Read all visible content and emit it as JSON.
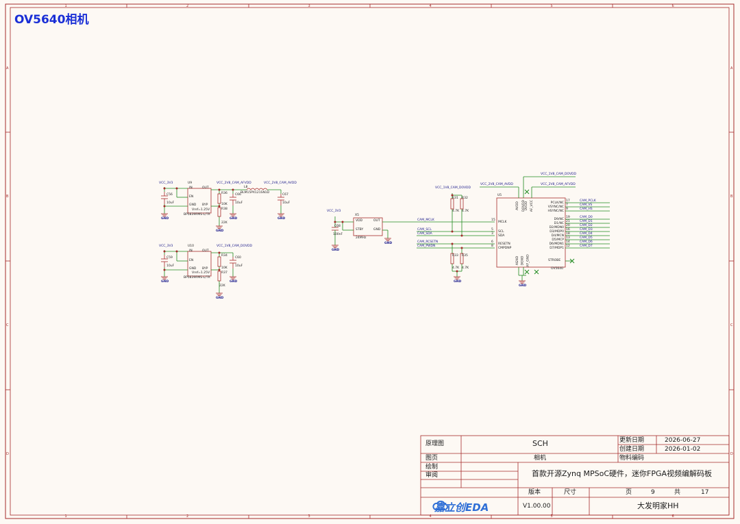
{
  "page_title": "OV5640相机",
  "border": {
    "cols": [
      "1",
      "2",
      "3",
      "4",
      "5",
      "6"
    ],
    "rows": [
      "A",
      "B",
      "C",
      "D"
    ]
  },
  "power": {
    "u9": {
      "ref": "U9",
      "pins_left": [
        "IN",
        "EN",
        "GND"
      ],
      "pins_right": [
        "OUT",
        "BYP"
      ],
      "part": "BP5839RMS-L/TR",
      "vref": "Vref=1.25V",
      "vin": "VCC_3V3",
      "vout": "VCC_2V8_CAM_AFVDD",
      "vout2": "VCC_2V8_CAM_AVDD",
      "inductor": "L8",
      "inductor_part": "BLM15PX121SN1D",
      "c_in": "C56",
      "c_in_val": "10uF",
      "c_out": "C66",
      "c_out_val": "10uF",
      "c_avdd": "C67",
      "c_avdd_val": "10uF",
      "r1": "R36",
      "r1_val": "10K",
      "r2": "R38",
      "r2_val": "22K"
    },
    "u10": {
      "ref": "U10",
      "pins_left": [
        "IN",
        "EN",
        "GND"
      ],
      "pins_right": [
        "OUT",
        "BYP"
      ],
      "part": "BP5839RMS-L/TR",
      "vref": "Vref=1.25V",
      "vin": "VCC_3V3",
      "vout": "VCC_1V8_CAM_DOVDD",
      "c_in": "C59",
      "c_in_val": "10uF",
      "c_out": "C60",
      "c_out_val": "10uF",
      "r1": "R34",
      "r1_val": "10K",
      "r2": "R37",
      "r2_val": "22K"
    },
    "gnd": "GND"
  },
  "osc": {
    "ref": "X5",
    "part": "24MHz",
    "pin_vdd": "VDD",
    "pin_out": "OUT",
    "pin_stby": "STBY",
    "pin_gnd": "GND",
    "vin": "VCC_3V3",
    "cap": "C68",
    "cap_val": "100nF",
    "gnd": "GND"
  },
  "pullups": {
    "supply": "VCC_1V8_CAM_DOVDD",
    "r_top1": "R31",
    "r_top2": "R32",
    "r_bot1": "R33",
    "r_bot2": "R35",
    "val": "4.7K",
    "gnd": "GND"
  },
  "nets_left": [
    "CAM_MCLK",
    "CAM_SCL",
    "CAM_SDA",
    "CAM_RCSETN",
    "CAM_PWDN"
  ],
  "sensor": {
    "ref": "U5",
    "part": "OV5640",
    "avdd": "VCC_2V8_CAM_AVDD",
    "dovdd": "VCC_1V8_CAM_DOVDD",
    "afvdd": "VCC_2V8_CAM_AFVDD",
    "top_pins": [
      "AVDD",
      "DOVDD",
      "DVDD",
      "AF_VCC"
    ],
    "bottom_pins": [
      "AGND",
      "DGND",
      "AF_GND"
    ],
    "left_pins": [
      {
        "num": "15",
        "name": "MCLK"
      },
      {
        "num": "5",
        "name": "SCL"
      },
      {
        "num": "3",
        "name": "SDA"
      },
      {
        "num": "6",
        "name": "RESETN"
      },
      {
        "num": "8",
        "name": "CMPDNP"
      }
    ],
    "right_pins": [
      {
        "num": "17",
        "name": "PCLK/NC",
        "net": "CAM_PCLK"
      },
      {
        "num": "7",
        "name": "VSYNC/NC",
        "net": "CAM_VS"
      },
      {
        "num": "9",
        "name": "HSYNC/NC",
        "net": "CAM_HS"
      },
      {
        "num": "19",
        "name": "D9/NC",
        "net": "CAM_D0"
      },
      {
        "num": "21",
        "name": "D1/NC",
        "net": "CAM_D1"
      },
      {
        "num": "20",
        "name": "D2/MDN0",
        "net": "CAM_D2"
      },
      {
        "num": "16",
        "name": "D3/MDP0",
        "net": "CAM_D3"
      },
      {
        "num": "18",
        "name": "D4/MCN",
        "net": "CAM_D4"
      },
      {
        "num": "13",
        "name": "D5/MCP",
        "net": "CAM_D5"
      },
      {
        "num": "14",
        "name": "D6/MDN1",
        "net": "CAM_D6"
      },
      {
        "num": "12",
        "name": "D7/MDP1",
        "net": "CAM_D7"
      }
    ],
    "strobe": "STROBE",
    "gnd": "GND"
  },
  "title_block": {
    "schematic_label": "原理图",
    "schematic_value": "SCH",
    "page_label": "图页",
    "page_value": "相机",
    "drawn_label": "绘制",
    "review_label": "审阅",
    "updated_label": "更新日期",
    "updated_value": "2026-06-27",
    "created_label": "创建日期",
    "created_value": "2026-01-02",
    "material_label": "物料编码",
    "material_value": "",
    "project": "首款开源Zynq MPSoC硬件，迷你FPGA视频编解码板",
    "version_label": "版本",
    "version_value": "V1.00.00",
    "size_label": "尺寸",
    "page_num_label": "页",
    "page_num": "9",
    "total_label": "共",
    "total": "17",
    "company": "大发明家HH",
    "logo": "嘉立创EDA"
  },
  "colors": {
    "frame": "#a52a2a",
    "wire": "#1e8a1e",
    "component": "#a52a2a",
    "netlabel": "#1a1a8a",
    "title": "#1a2fd6"
  }
}
